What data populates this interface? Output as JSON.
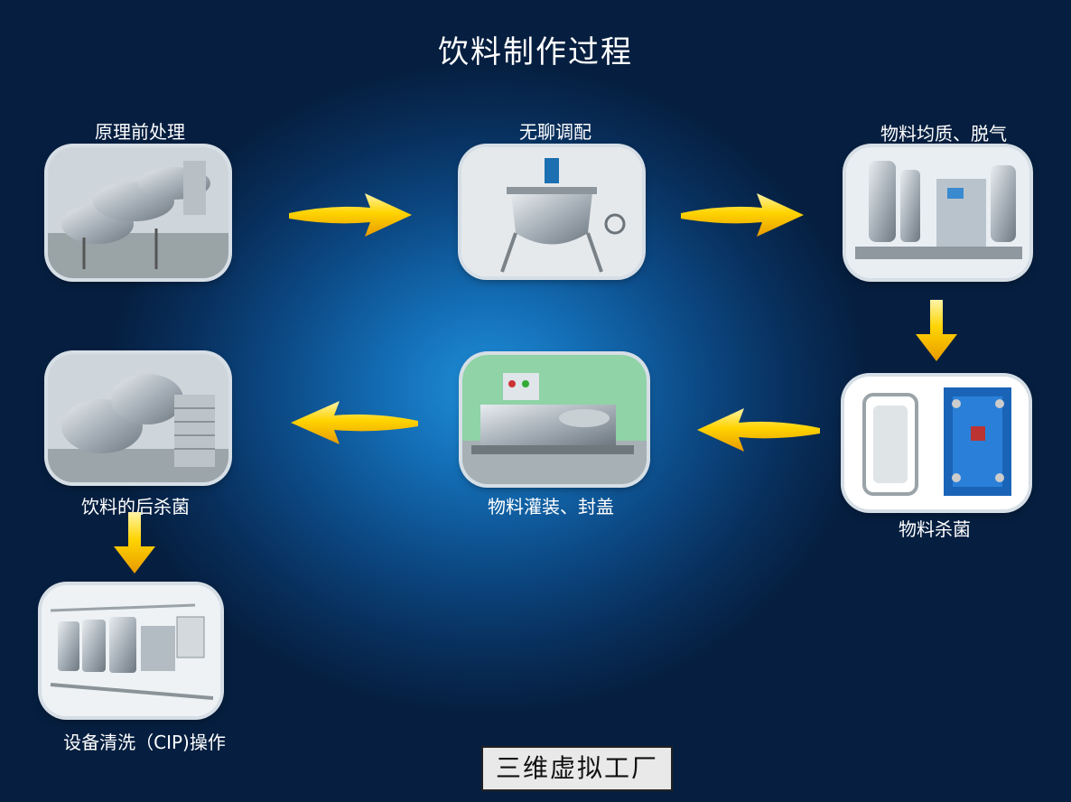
{
  "title": "饮料制作过程",
  "steps": [
    {
      "label": "原理前处理"
    },
    {
      "label": "无聊调配"
    },
    {
      "label": "物料均质、脱气"
    },
    {
      "label": "物料杀菌"
    },
    {
      "label": "物料灌装、封盖"
    },
    {
      "label": "饮料的后杀菌"
    },
    {
      "label": "设备清洗（CIP)操作"
    }
  ],
  "footer": {
    "label": "三维虚拟工厂"
  },
  "colors": {
    "arrow": "#f5c400",
    "background": "#0c4a86"
  }
}
